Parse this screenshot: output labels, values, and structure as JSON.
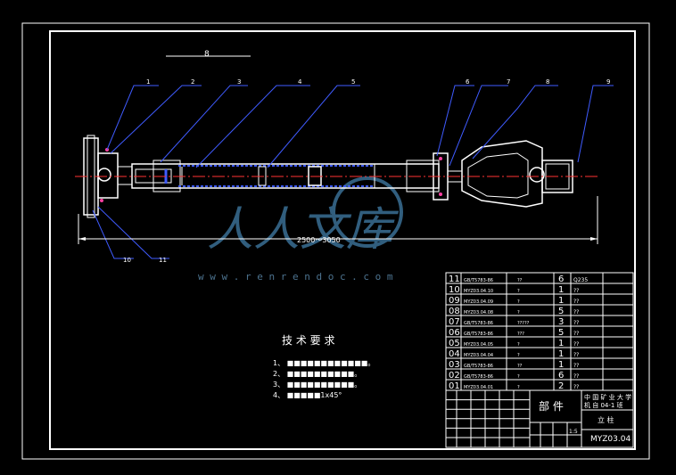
{
  "dimension": {
    "length": "2500～3050",
    "top": "8"
  },
  "balloons_top": [
    "1",
    "2",
    "3",
    "4",
    "5",
    "6",
    "7",
    "8",
    "9"
  ],
  "balloons_bottom": [
    "10",
    "11"
  ],
  "watermark": {
    "text": "人人文库",
    "url": "w w w . r e n r e n d o c . c o m"
  },
  "notes": {
    "title": "技 术 要 求",
    "items": [
      "1、 ■■■■■■■■■■■■。",
      "2、 ■■■■■■■■■■。",
      "3、 ■■■■■■■■■■。",
      "4、 ■■■■■1x45°"
    ]
  },
  "bom": {
    "rows": [
      {
        "no": "11",
        "code": "GB/T5783-86",
        "name": "??",
        "qty": "6",
        "mat": "Q235"
      },
      {
        "no": "10",
        "code": "MYZ03.04.10",
        "name": "?",
        "qty": "1",
        "mat": "??"
      },
      {
        "no": "09",
        "code": "MYZ03.04.09",
        "name": "?",
        "qty": "1",
        "mat": "??"
      },
      {
        "no": "08",
        "code": "MYZ03.04.08",
        "name": "?",
        "qty": "5",
        "mat": "??"
      },
      {
        "no": "07",
        "code": "GB/T5783-86",
        "name": "?????",
        "qty": "3",
        "mat": "??"
      },
      {
        "no": "06",
        "code": "GB/T5783-86",
        "name": "???",
        "qty": "5",
        "mat": "??"
      },
      {
        "no": "05",
        "code": "MYZ03.04.05",
        "name": "?",
        "qty": "1",
        "mat": "??"
      },
      {
        "no": "04",
        "code": "MYZ03.04.04",
        "name": "?",
        "qty": "1",
        "mat": "??"
      },
      {
        "no": "03",
        "code": "GB/T5783-86",
        "name": "??",
        "qty": "1",
        "mat": "??"
      },
      {
        "no": "02",
        "code": "GB/T5783-86",
        "name": "?",
        "qty": "6",
        "mat": "??"
      },
      {
        "no": "01",
        "code": "MYZ03.04.01",
        "name": "?",
        "qty": "2",
        "mat": "??"
      }
    ]
  },
  "title_block": {
    "part": "部 件",
    "school_line1": "中 国 矿 业 大 学",
    "school_line2": "机 自 04-1 班",
    "name": "立 柱",
    "scale": "1:5",
    "drawing_no": "MYZ03.04"
  }
}
